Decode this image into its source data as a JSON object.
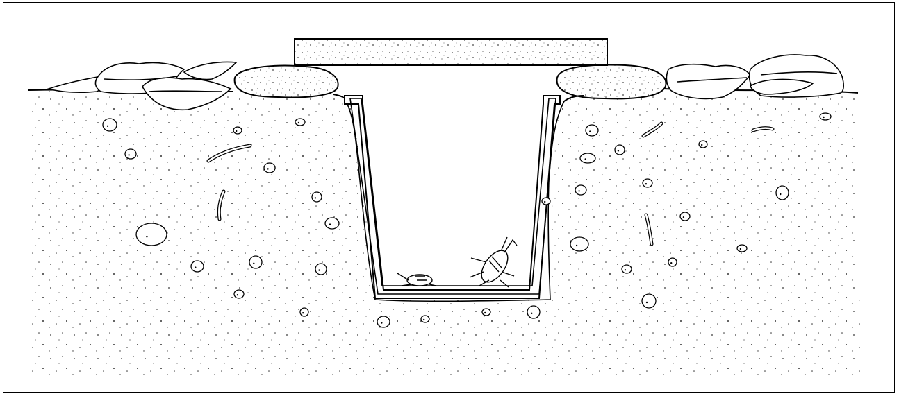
{
  "figure": {
    "subject": "pitfall-trap-cross-section",
    "colors": {
      "ink": "#000000",
      "paper": "#ffffff",
      "stipple": "#444444"
    },
    "elements": [
      "cover-board",
      "support-stones",
      "leaf-litter",
      "soil",
      "cup-outer",
      "cup-inner",
      "trapped-beetles",
      "soil-pebbles",
      "earthworms"
    ]
  }
}
